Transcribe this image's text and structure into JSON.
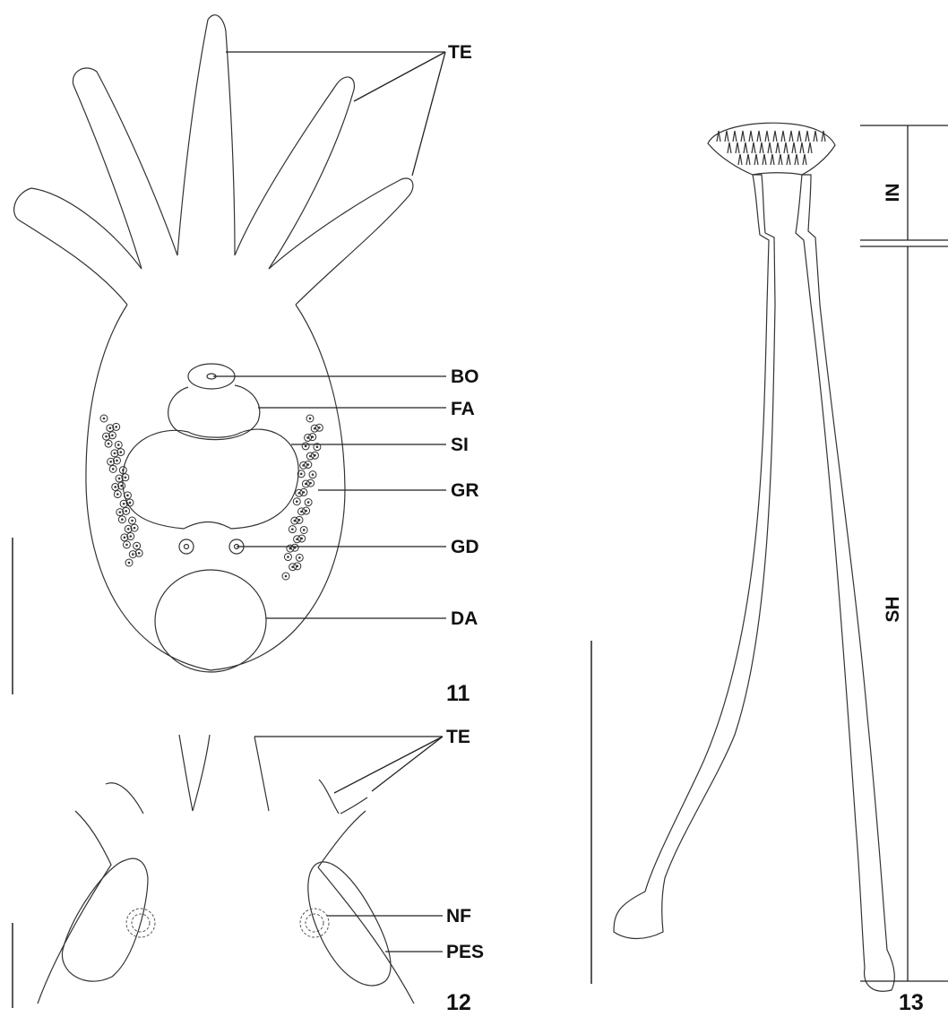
{
  "figure11": {
    "number": "11",
    "labels": {
      "te": "TE",
      "bo": "BO",
      "fa": "FA",
      "si": "SI",
      "gr": "GR",
      "gd": "GD",
      "da": "DA"
    }
  },
  "figure12": {
    "number": "12",
    "labels": {
      "te": "TE",
      "nf": "NF",
      "pes": "PES"
    }
  },
  "figure13": {
    "number": "13",
    "labels": {
      "in": "IN",
      "sh": "SH"
    }
  }
}
